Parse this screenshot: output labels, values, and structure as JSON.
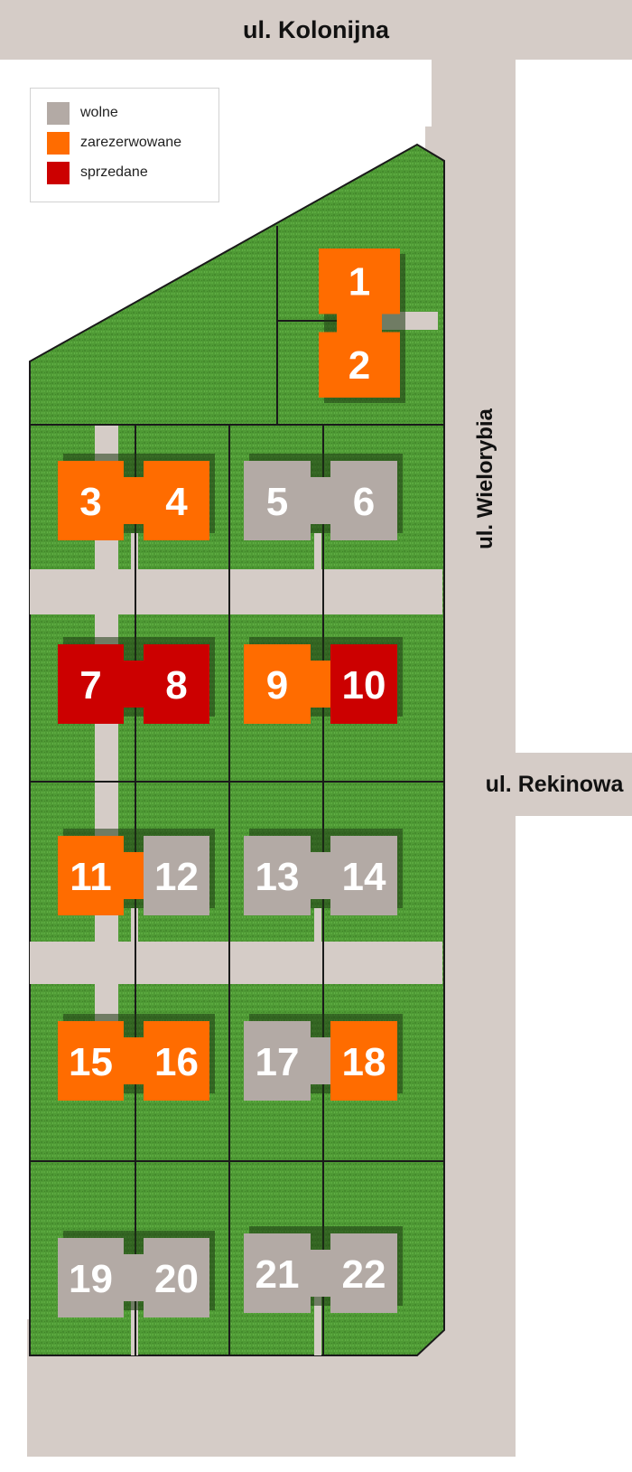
{
  "streets": {
    "kolonijna": "ul. Kolonijna",
    "wielorybia": "ul. Wielorybia",
    "rekinowa": "ul. Rekinowa"
  },
  "legend": {
    "free": {
      "label": "wolne",
      "color": "#b3aaa5"
    },
    "reserved": {
      "label": "zarezerwowane",
      "color": "#ff6c00"
    },
    "sold": {
      "label": "sprzedane",
      "color": "#cc0000"
    }
  },
  "colors": {
    "road": "#d5ccc7",
    "grass": "#4f9a35",
    "plot_border": "#1a1a1a"
  },
  "houses": [
    {
      "number": "1",
      "status": "reserved"
    },
    {
      "number": "2",
      "status": "reserved"
    },
    {
      "number": "3",
      "status": "reserved"
    },
    {
      "number": "4",
      "status": "reserved"
    },
    {
      "number": "5",
      "status": "free"
    },
    {
      "number": "6",
      "status": "free"
    },
    {
      "number": "7",
      "status": "sold"
    },
    {
      "number": "8",
      "status": "sold"
    },
    {
      "number": "9",
      "status": "reserved"
    },
    {
      "number": "10",
      "status": "sold"
    },
    {
      "number": "11",
      "status": "reserved"
    },
    {
      "number": "12",
      "status": "free"
    },
    {
      "number": "13",
      "status": "free"
    },
    {
      "number": "14",
      "status": "free"
    },
    {
      "number": "15",
      "status": "reserved"
    },
    {
      "number": "16",
      "status": "reserved"
    },
    {
      "number": "17",
      "status": "free"
    },
    {
      "number": "18",
      "status": "reserved"
    },
    {
      "number": "19",
      "status": "free"
    },
    {
      "number": "20",
      "status": "free"
    },
    {
      "number": "21",
      "status": "free"
    },
    {
      "number": "22",
      "status": "free"
    }
  ]
}
